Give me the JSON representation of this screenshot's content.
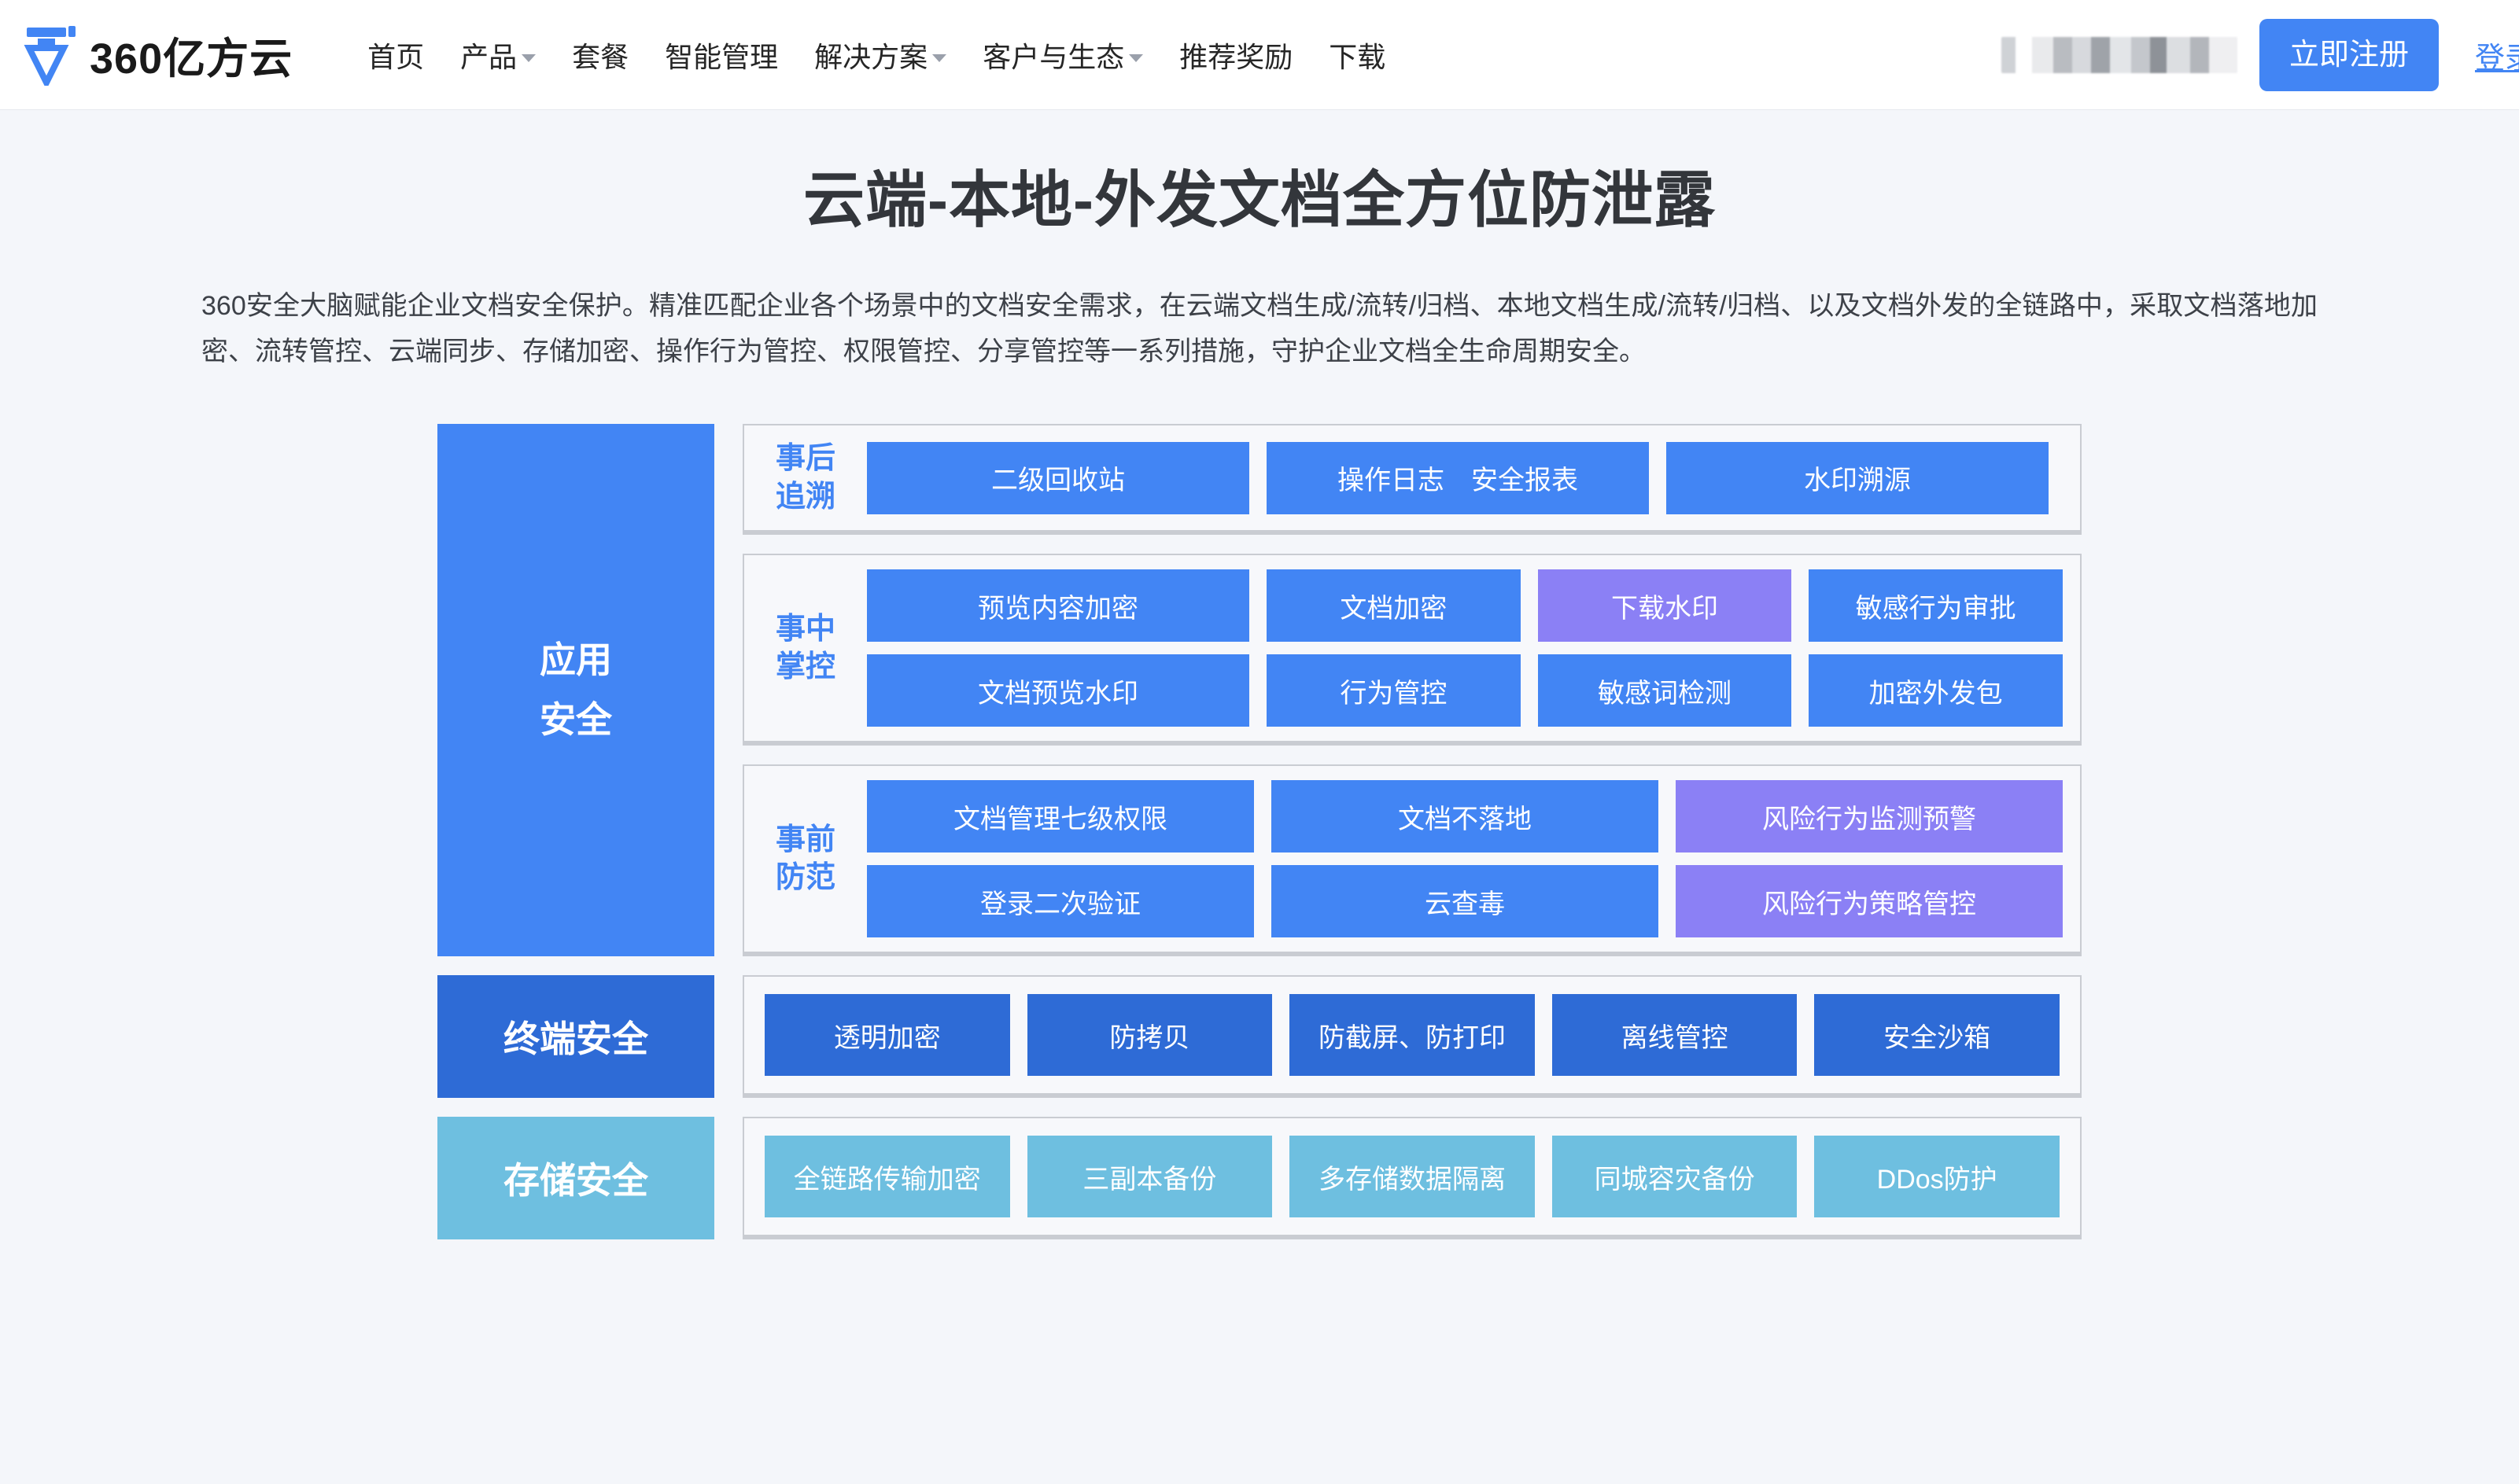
{
  "header": {
    "brand_name": "360亿方云",
    "logo_icon": "yifangyun-logo-icon",
    "nav": [
      {
        "label": "首页",
        "has_caret": false
      },
      {
        "label": "产品",
        "has_caret": true
      },
      {
        "label": "套餐",
        "has_caret": false
      },
      {
        "label": "智能管理",
        "has_caret": false
      },
      {
        "label": "解决方案",
        "has_caret": true
      },
      {
        "label": "客户与生态",
        "has_caret": true
      },
      {
        "label": "推荐奖励",
        "has_caret": false
      },
      {
        "label": "下载",
        "has_caret": false
      }
    ],
    "register_label": "立即注册",
    "login_label": "登录",
    "redacted_region": "blurred-user-text"
  },
  "hero": {
    "title": "云端-本地-外发文档全方位防泄露",
    "description": "360安全大脑赋能企业文档安全保护。精准匹配企业各个场景中的文档安全需求，在云端文档生成/流转/归档、本地文档生成/流转/归档、以及文档外发的全链路中，采取文档落地加密、流转管控、云端同步、存储加密、操作行为管控、权限管控、分享管控等一系列措施，守护企业文档全生命周期安全。"
  },
  "diagram": {
    "rows": [
      {
        "side_label": "应用\n安全",
        "side_style": "app",
        "groups": [
          {
            "label": "事后\n追溯",
            "rows": [
              [
                {
                  "label": "二级回收站",
                  "style": "blue",
                  "width": "a"
                },
                {
                  "label": "操作日志　安全报表",
                  "style": "blue",
                  "width": "b"
                },
                {
                  "label": "水印溯源",
                  "style": "blue",
                  "width": "c"
                }
              ]
            ]
          },
          {
            "label": "事中\n掌控",
            "rows": [
              [
                {
                  "label": "预览内容加密",
                  "style": "blue",
                  "width": "a"
                },
                {
                  "label": "文档加密",
                  "style": "blue",
                  "width": ""
                },
                {
                  "label": "下载水印",
                  "style": "purple",
                  "width": ""
                },
                {
                  "label": "敏感行为审批",
                  "style": "blue",
                  "width": ""
                }
              ],
              [
                {
                  "label": "文档预览水印",
                  "style": "blue",
                  "width": "a"
                },
                {
                  "label": "行为管控",
                  "style": "blue",
                  "width": ""
                },
                {
                  "label": "敏感词检测",
                  "style": "blue",
                  "width": ""
                },
                {
                  "label": "加密外发包",
                  "style": "blue",
                  "width": ""
                }
              ]
            ]
          },
          {
            "label": "事前\n防范",
            "rows": [
              [
                {
                  "label": "文档管理七级权限",
                  "style": "blue",
                  "width": ""
                },
                {
                  "label": "文档不落地",
                  "style": "blue",
                  "width": ""
                },
                {
                  "label": "风险行为监测预警",
                  "style": "purple",
                  "width": ""
                }
              ],
              [
                {
                  "label": "登录二次验证",
                  "style": "blue",
                  "width": ""
                },
                {
                  "label": "云查毒",
                  "style": "blue",
                  "width": ""
                },
                {
                  "label": "风险行为策略管控",
                  "style": "purple",
                  "width": ""
                }
              ]
            ]
          }
        ]
      },
      {
        "side_label": "终端安全",
        "side_style": "term",
        "groups": [
          {
            "label": "",
            "rows": [
              [
                {
                  "label": "透明加密",
                  "style": "dark",
                  "width": ""
                },
                {
                  "label": "防拷贝",
                  "style": "dark",
                  "width": ""
                },
                {
                  "label": "防截屏、防打印",
                  "style": "dark",
                  "width": ""
                },
                {
                  "label": "离线管控",
                  "style": "dark",
                  "width": ""
                },
                {
                  "label": "安全沙箱",
                  "style": "dark",
                  "width": ""
                }
              ]
            ]
          }
        ]
      },
      {
        "side_label": "存储安全",
        "side_style": "store",
        "groups": [
          {
            "label": "",
            "rows": [
              [
                {
                  "label": "全链路传输加密",
                  "style": "light",
                  "width": ""
                },
                {
                  "label": "三副本备份",
                  "style": "light",
                  "width": ""
                },
                {
                  "label": "多存储数据隔离",
                  "style": "light",
                  "width": ""
                },
                {
                  "label": "同城容灾备份",
                  "style": "light",
                  "width": ""
                },
                {
                  "label": "DDos防护",
                  "style": "light",
                  "width": ""
                }
              ]
            ]
          }
        ]
      }
    ]
  },
  "colors": {
    "page_bg": "#f4f6fa",
    "brand_blue": "#4285f4",
    "dark_blue": "#2e6bd6",
    "light_blue": "#6ebfe0",
    "purple": "#8b80f5",
    "group_border": "#c9ccd2",
    "title_text": "#33363b"
  }
}
